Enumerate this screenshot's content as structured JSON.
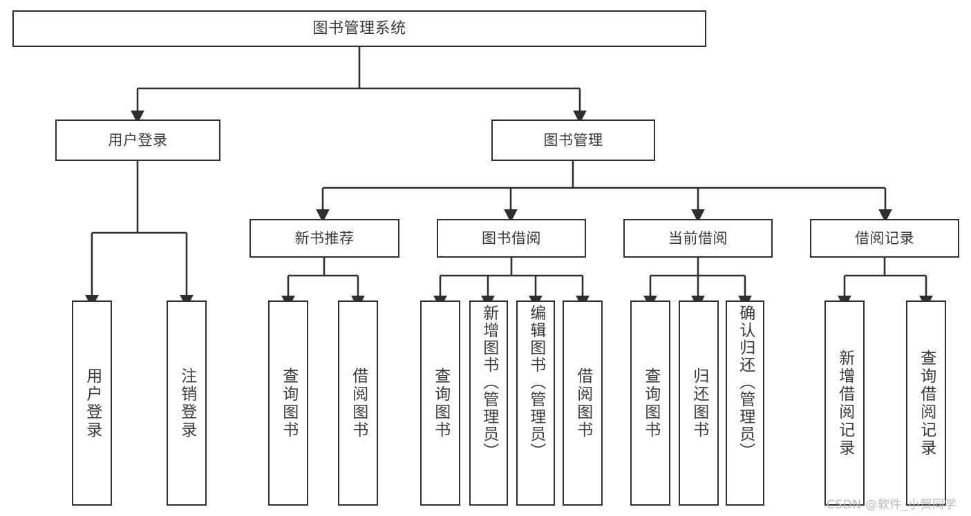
{
  "diagram": {
    "title": "图书管理系统",
    "watermark": "CSDN @软件_小贺同学",
    "line_color": "#2f2f2f",
    "text_color": "#3a3a3a",
    "background": "#ffffff",
    "nodes": {
      "root": "图书管理系统",
      "l1_user_login": "用户登录",
      "l1_book_manage": "图书管理",
      "l2_new_book_rec": "新书推荐",
      "l2_book_borrow": "图书借阅",
      "l2_current_borrow": "当前借阅",
      "l2_borrow_record": "借阅记录",
      "leaf_user_login": "用户登录",
      "leaf_user_logout": "注销登录",
      "leaf_rec_query_book": "查询图书",
      "leaf_rec_borrow_book": "借阅图书",
      "leaf_borrow_query_book": "查询图书",
      "leaf_borrow_add_book": "新增图书（管理员）",
      "leaf_borrow_edit_book": "编辑图书（管理员）",
      "leaf_borrow_borrow_book": "借阅图书",
      "leaf_cur_query_book": "查询图书",
      "leaf_cur_return_book": "归还图书",
      "leaf_cur_confirm_return": "确认归还（管理员）",
      "leaf_rec_add_record": "新增借阅记录",
      "leaf_rec_query_record": "查询借阅记录"
    }
  }
}
